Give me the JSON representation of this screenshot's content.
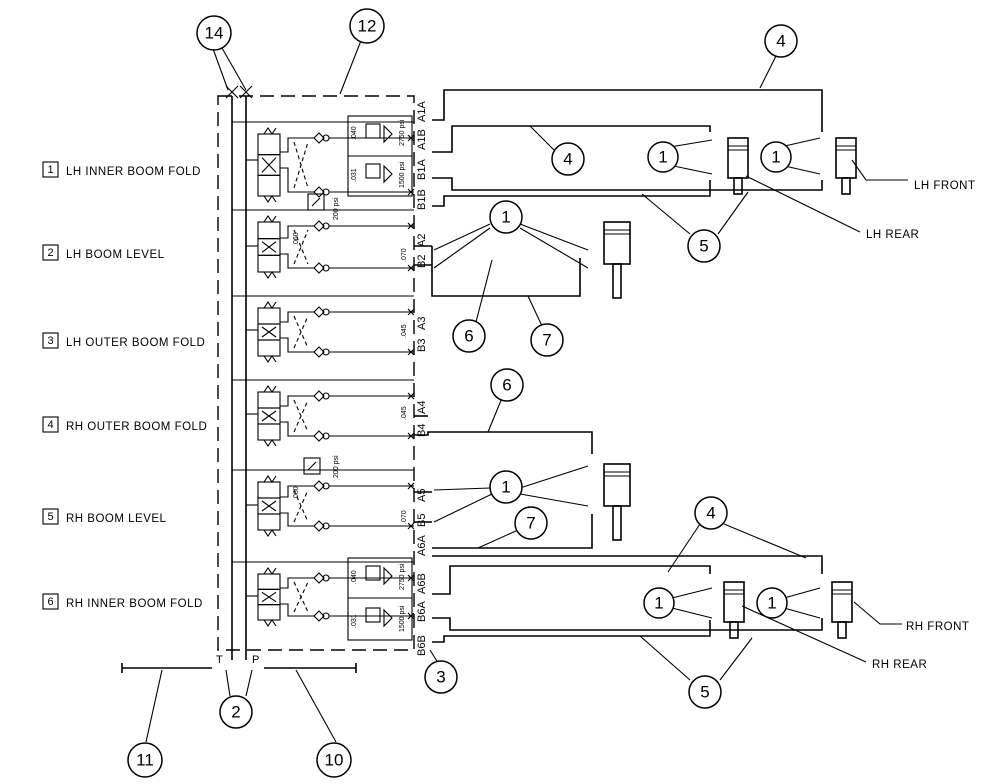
{
  "functions": [
    {
      "num": "1",
      "label": "LH INNER BOOM FOLD"
    },
    {
      "num": "2",
      "label": "LH BOOM LEVEL"
    },
    {
      "num": "3",
      "label": "LH OUTER BOOM FOLD"
    },
    {
      "num": "4",
      "label": "RH OUTER BOOM FOLD"
    },
    {
      "num": "5",
      "label": "RH BOOM LEVEL"
    },
    {
      "num": "6",
      "label": "RH INNER BOOM FOLD"
    }
  ],
  "ports": {
    "A1A": "A1A",
    "A1B": "A1B",
    "B1A": "B1A",
    "B1B": "B1B",
    "A2": "A2",
    "B2": "B2",
    "A3": "A3",
    "B3": "B3",
    "A4": "A4",
    "B4": "B4",
    "A5": "A5",
    "B5": "B5",
    "A6A": "A6A",
    "A6B": "A6B",
    "B6A": "B6A",
    "B6B": "B6B",
    "T": "T",
    "P": "P"
  },
  "cylinder_labels": {
    "lh_front": "LH FRONT",
    "lh_rear": "LH REAR",
    "rh_front": "RH FRONT",
    "rh_rear": "RH REAR"
  },
  "valve_annotations": {
    "orifice_040": ".040",
    "orifice_031": ".031",
    "orifice_060": ".060",
    "orifice_070": ".070",
    "orifice_045": ".045",
    "relief_2750": "2750 psi",
    "relief_1500": "1500 psi",
    "relief_200": "200 psi"
  },
  "callouts": {
    "c1": "1",
    "c2": "2",
    "c3": "3",
    "c4": "4",
    "c5": "5",
    "c6": "6",
    "c7": "7",
    "c10": "10",
    "c11": "11",
    "c12": "12",
    "c14": "14"
  }
}
